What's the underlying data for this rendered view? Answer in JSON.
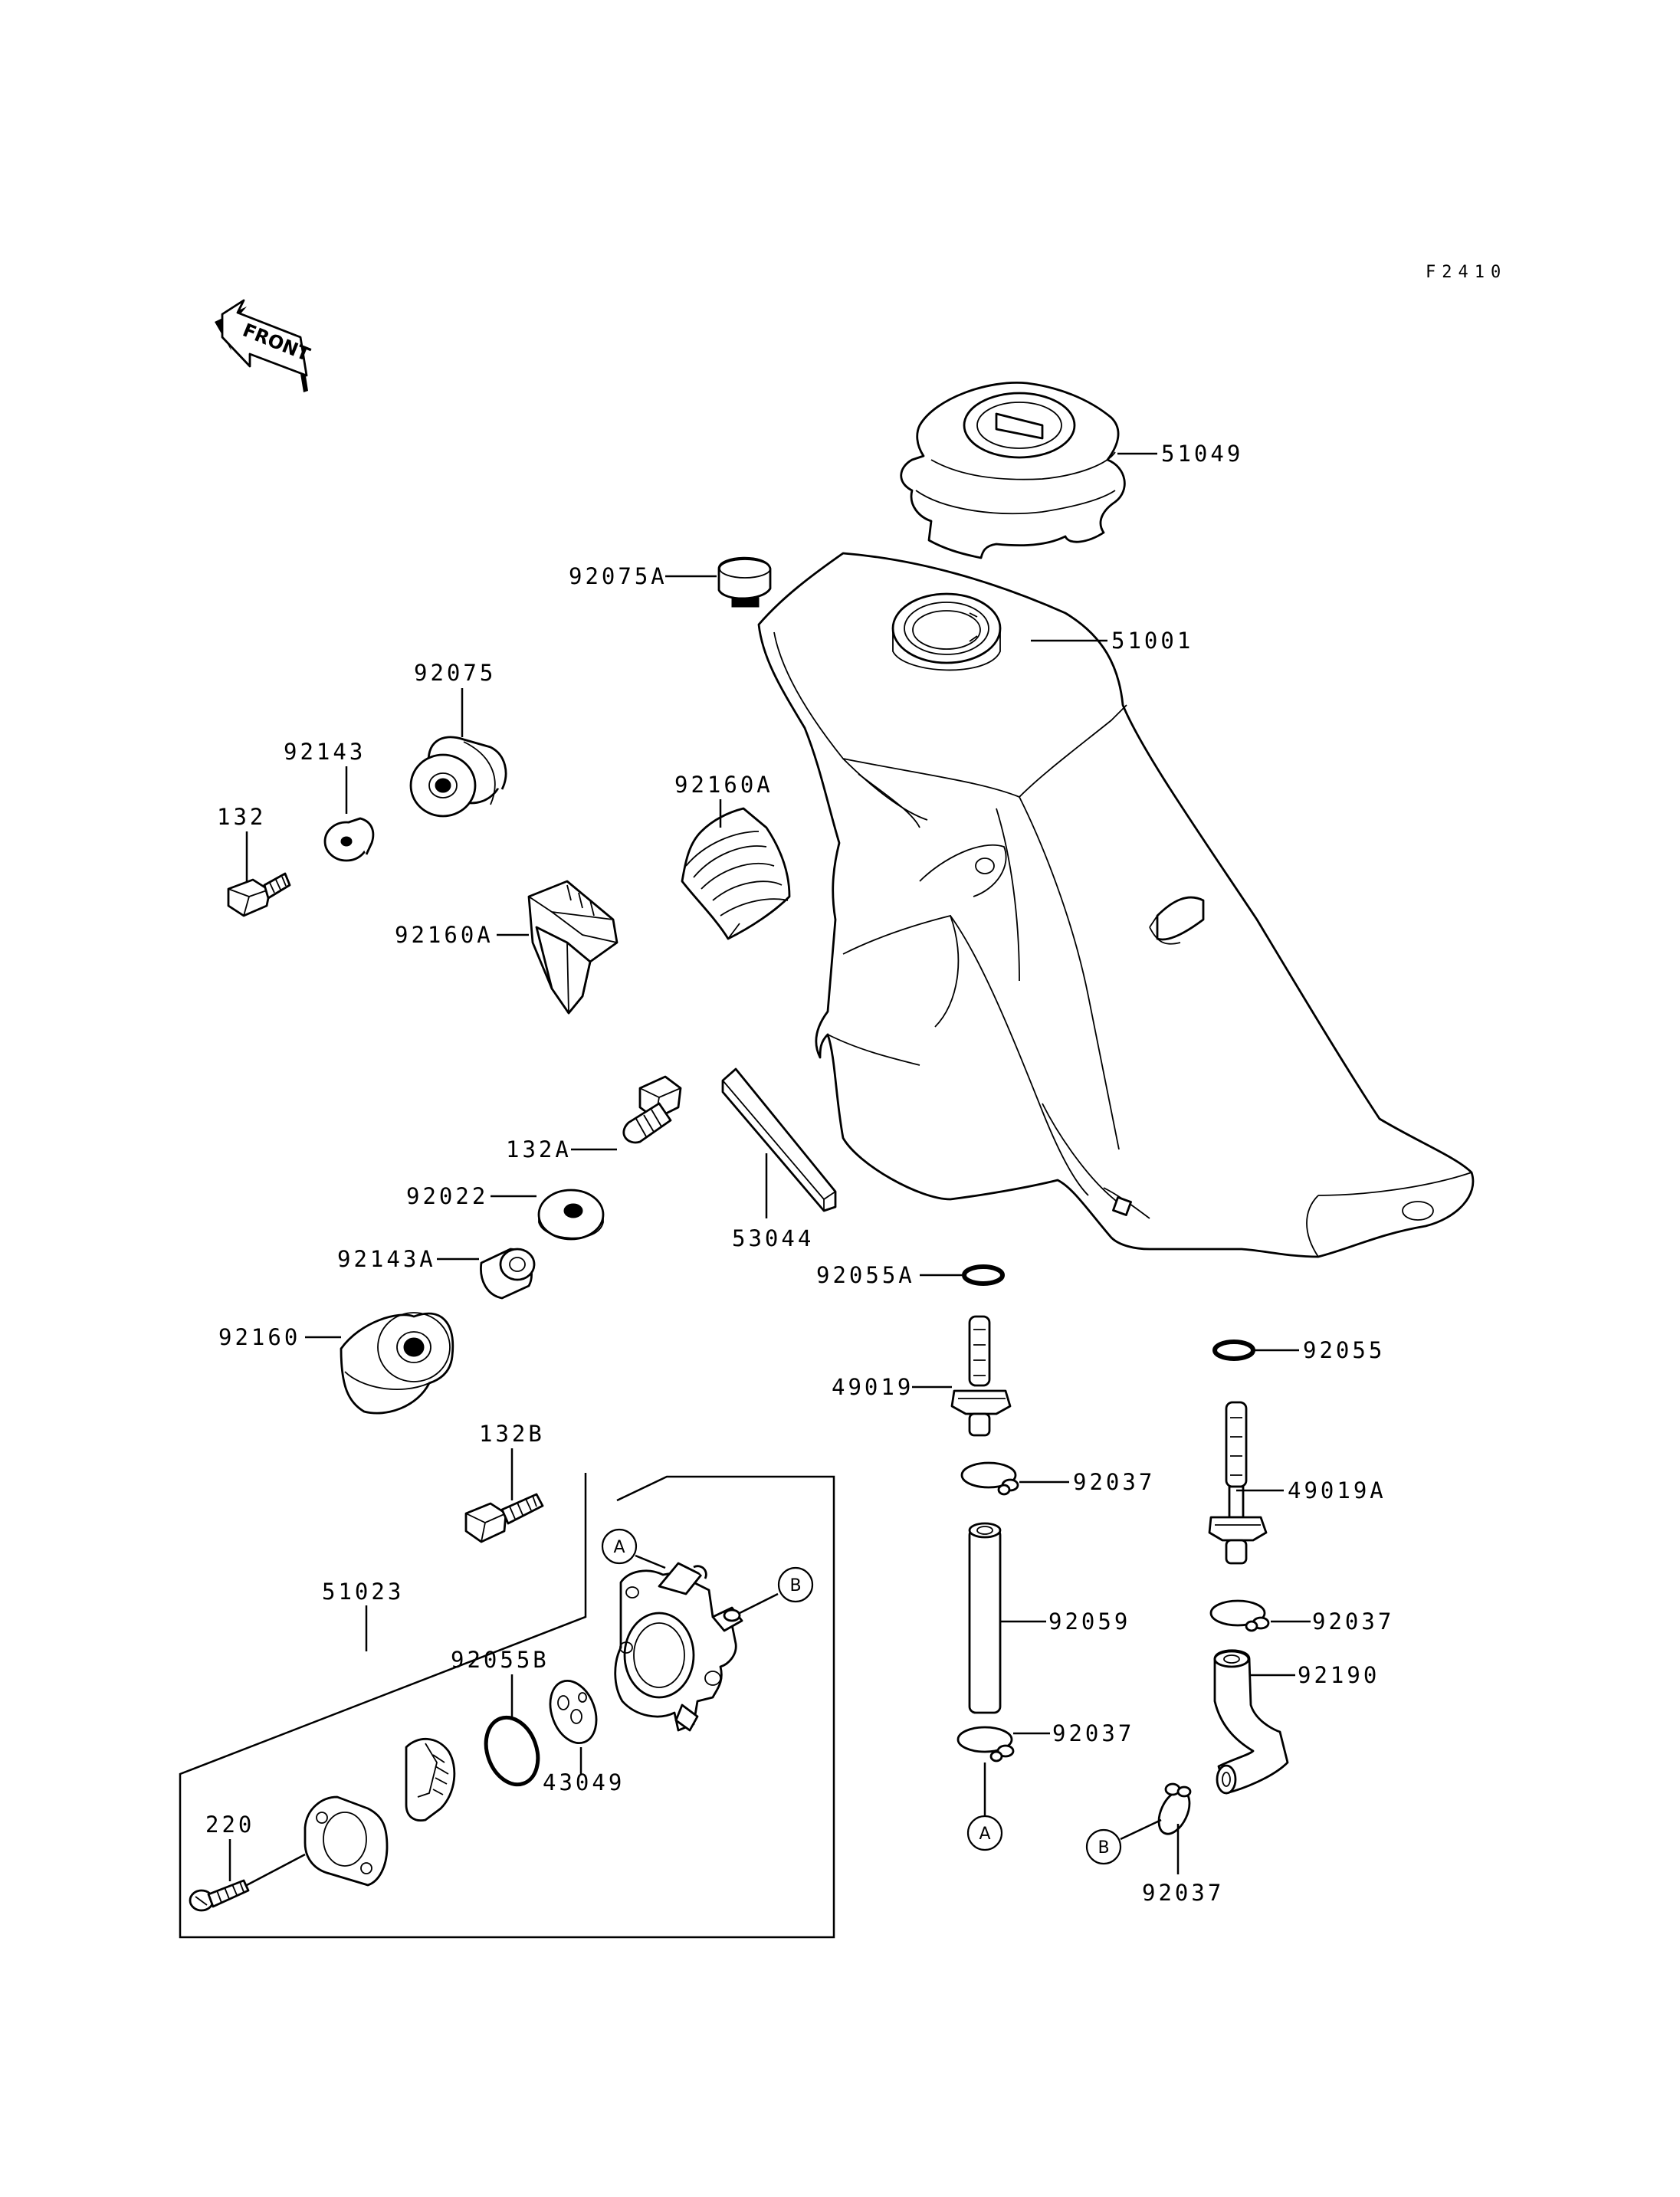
{
  "diagram_code": "F2410",
  "front_arrow_label": "FRONT",
  "labels": {
    "l_51049": "51049",
    "l_92075A": "92075A",
    "l_51001": "51001",
    "l_92075": "92075",
    "l_92143": "92143",
    "l_132": "132",
    "l_92160A_top": "92160A",
    "l_92160A_left": "92160A",
    "l_132A": "132A",
    "l_92022": "92022",
    "l_92143A": "92143A",
    "l_53044": "53044",
    "l_92055A": "92055A",
    "l_92160": "92160",
    "l_49019": "49019",
    "l_92055": "92055",
    "l_92037_a": "92037",
    "l_49019A": "49019A",
    "l_132B": "132B",
    "l_51023": "51023",
    "l_92059": "92059",
    "l_92037_b": "92037",
    "l_92055B": "92055B",
    "l_92190": "92190",
    "l_92037_c": "92037",
    "l_43049": "43049",
    "l_220": "220",
    "l_92037_d": "92037"
  },
  "connectors": {
    "a_valve": "A",
    "b_valve": "B",
    "a_hose": "A",
    "b_hose": "B"
  }
}
